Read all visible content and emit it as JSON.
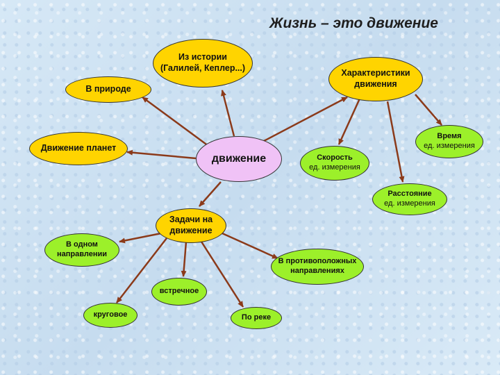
{
  "title": "Жизнь – это движение",
  "center": "движение",
  "history": "Из истории\n(Галилей, Кеплер...)",
  "nature": "В природе",
  "planets": "Движение планет",
  "characteristics": "Характеристики\nдвижения",
  "speed": {
    "label": "Скорость",
    "unit": "ед. измерения"
  },
  "time": {
    "label": "Время",
    "unit": "ед. измерения"
  },
  "distance": {
    "label": "Расстояние",
    "unit": "ед. измерения"
  },
  "tasks": "Задачи на\nдвижение",
  "task_types": {
    "one_direction": "В одном\nнаправлении",
    "circular": "круговое",
    "oncoming": "встречное",
    "river": "По реке",
    "opposite": "В противоположных\nнаправлениях"
  },
  "colors": {
    "yellow": "#ffd400",
    "green": "#9cf02a",
    "pink": "#f0c2f6",
    "arrow": "#8b3a1a"
  }
}
